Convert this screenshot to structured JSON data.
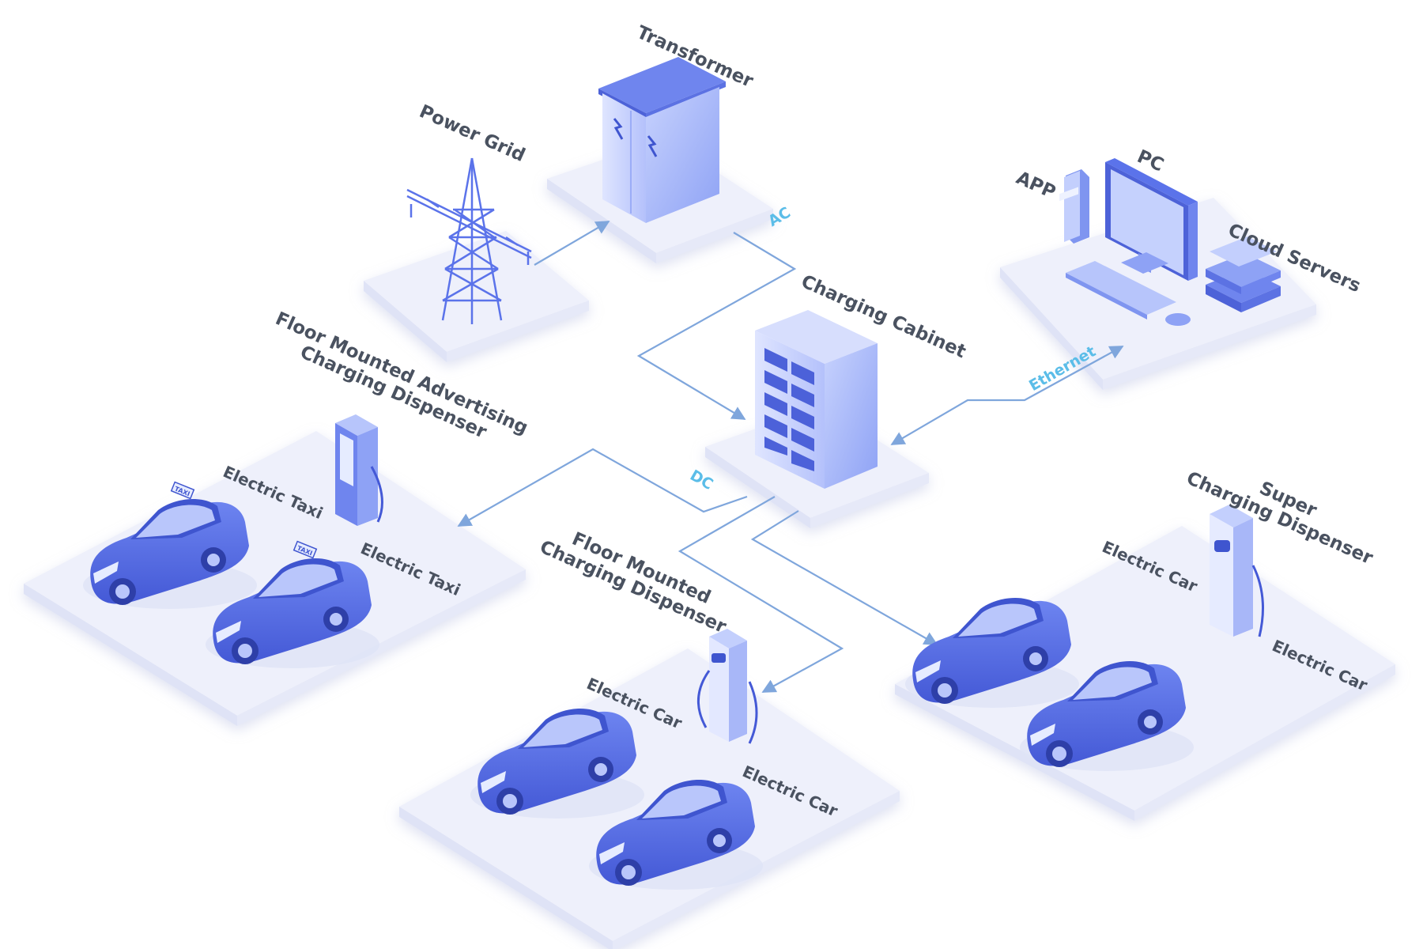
{
  "nodes": {
    "power_grid": "Power Grid",
    "transformer": "Transformer",
    "charging_cabinet": "Charging Cabinet",
    "pc": "PC",
    "app": "APP",
    "cloud_servers": "Cloud Servers",
    "advertising_dispenser": [
      "Floor Mounted Advertising",
      "Charging Dispenser"
    ],
    "floor_dispenser": [
      "Floor Mounted",
      "Charging Dispenser"
    ],
    "super_dispenser": [
      "Super",
      "Charging Dispenser"
    ],
    "taxi_1": "Electric Taxi",
    "taxi_2": "Electric Taxi",
    "car_mid_1": "Electric Car",
    "car_mid_2": "Electric Car",
    "car_right_1": "Electric Car",
    "car_right_2": "Electric Car",
    "taxi_sign": "TAXI"
  },
  "connections": {
    "ac": "AC",
    "dc": "DC",
    "ethernet": "Ethernet"
  },
  "colors": {
    "platform": "#eef0fb",
    "platform_edge": "#dfe3f6",
    "object_blue": "#5b73ea",
    "object_light": "#b9c6fb",
    "line": "#7fa6dc",
    "connection_label": "#5bbde8",
    "text": "#4a5260"
  }
}
